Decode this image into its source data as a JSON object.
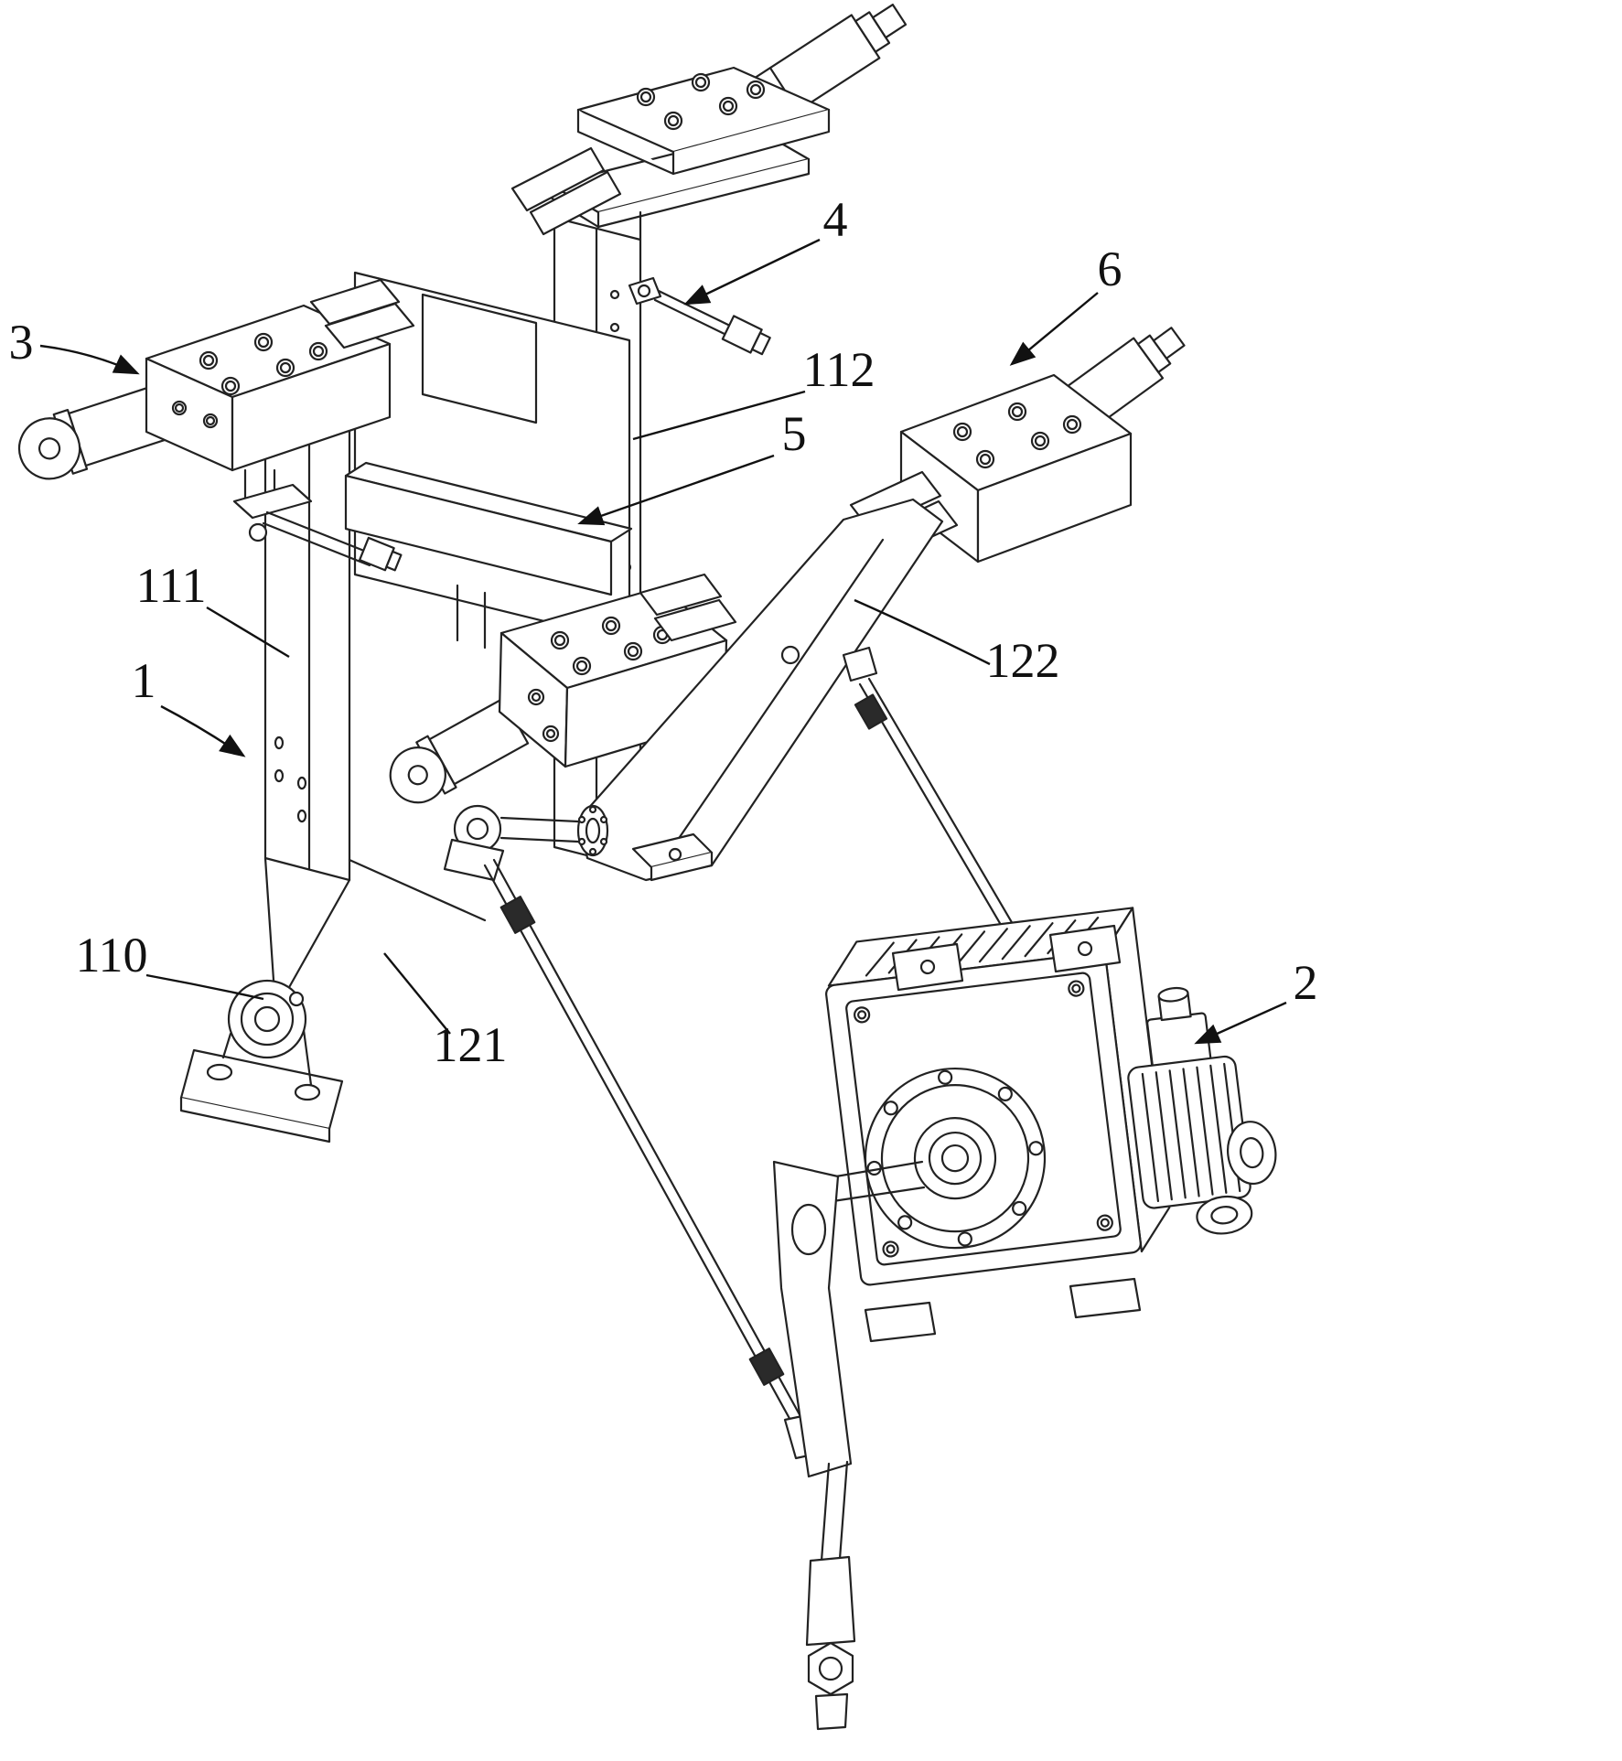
{
  "figure": {
    "kind": "patent-line-drawing",
    "background_color": "#ffffff",
    "line_color": "#222222",
    "label_color": "#111111"
  },
  "labels": [
    {
      "text": "3"
    },
    {
      "text": "4"
    },
    {
      "text": "6"
    },
    {
      "text": "112"
    },
    {
      "text": "5"
    },
    {
      "text": "111"
    },
    {
      "text": "1"
    },
    {
      "text": "122"
    },
    {
      "text": "110"
    },
    {
      "text": "121"
    },
    {
      "text": "2"
    }
  ]
}
